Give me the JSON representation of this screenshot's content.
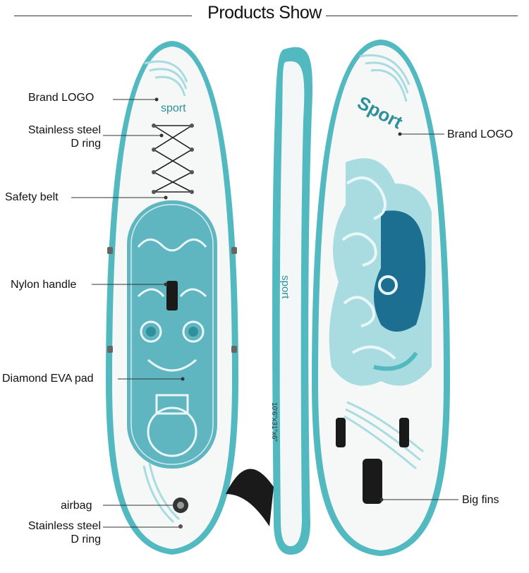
{
  "header": {
    "title": "Products Show"
  },
  "callouts": {
    "brand_logo_left": "Brand LOGO",
    "d_ring_top_line1": "Stainless steel",
    "d_ring_top_line2": "D ring",
    "safety_belt": "Safety belt",
    "nylon_handle": "Nylon handle",
    "diamond_eva_pad": "Diamond EVA pad",
    "airbag": "airbag",
    "d_ring_bottom_line1": "Stainless steel",
    "d_ring_bottom_line2": "D ring",
    "brand_logo_right": "Brand LOGO",
    "big_fins": "Big fins"
  },
  "board_text": {
    "logo_front": "sport",
    "logo_side": "sport",
    "logo_back": "Sport",
    "size_marking": "10'6\"x31\"x6\""
  },
  "colors": {
    "teal": "#52b9c1",
    "teal_dark": "#2f8f9b",
    "deep_blue": "#1d6f92",
    "light_teal": "#a8dce1",
    "board_white": "#f6f8f8"
  }
}
